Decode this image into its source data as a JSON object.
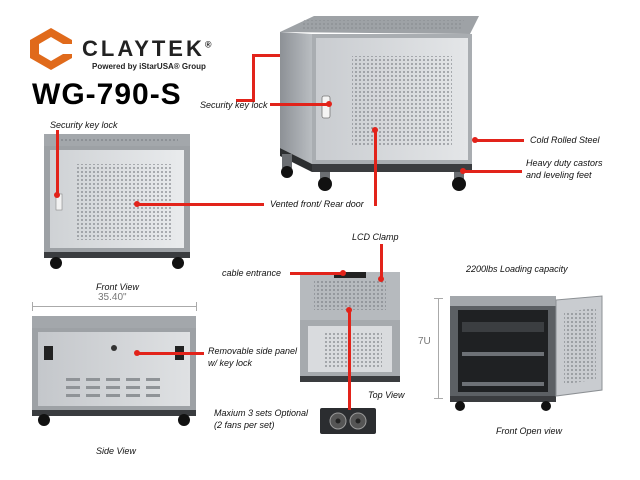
{
  "brand": {
    "name": "CLAYTEK",
    "registered": "®",
    "powered_by": "Powered by iStarUSA® Group",
    "logo_color": "#e06a1b"
  },
  "model": "WG-790-S",
  "accent_color": "#e2231a",
  "labels": {
    "security_key_lock_top": "Security key lock",
    "security_key_lock_front": "Security key lock",
    "cold_rolled_steel": "Cold Rolled Steel",
    "castors_line1": "Heavy duty castors",
    "castors_line2": "and leveling feet",
    "vented_door": "Vented front/ Rear door",
    "front_view": "Front View",
    "lcd_clamp": "LCD Clamp",
    "cable_entrance": "cable entrance",
    "loading_capacity": "2200lbs Loading capacity",
    "width_dim": "35.40\"",
    "height_dim": "7U",
    "side_panel_line1": "Removable side panel",
    "side_panel_line2": "w/ key lock",
    "top_view": "Top View",
    "fans_line1": "Maxium 3 sets Optional",
    "fans_line2": "(2 fans per set)",
    "side_view": "Side View",
    "front_open_view": "Front Open view"
  }
}
